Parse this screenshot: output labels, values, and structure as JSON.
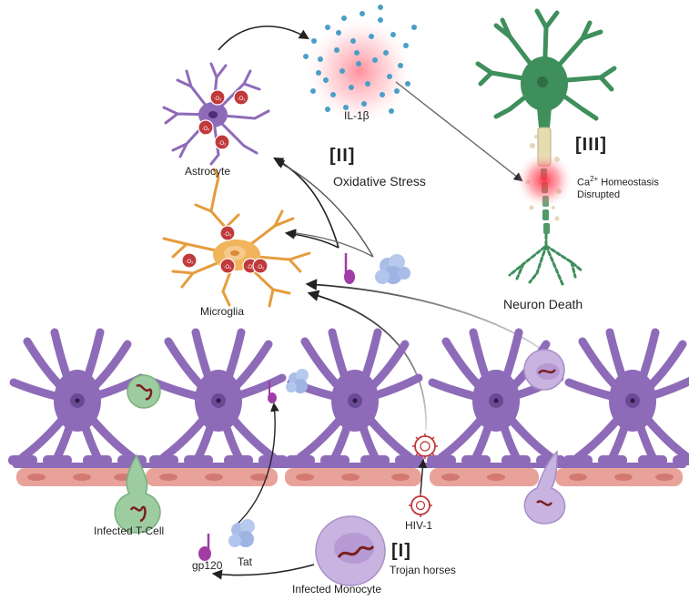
{
  "labels": {
    "il1b": "IL-1β",
    "astrocyte": "Astrocyte",
    "microglia": "Microglia",
    "stage_two": "[II]",
    "oxidative_stress": "Oxidative Stress",
    "stage_three": "[III]",
    "ca_prefix": "Ca",
    "ca_charge": "2+",
    "ca_line1_suffix": " Homeostasis",
    "ca_line2": "Disrupted",
    "neuron_death": "Neuron Death",
    "infected_t_cell": "Infected T-Cell",
    "gp120": "gp120",
    "tat": "Tat",
    "hiv1": "HIV-1",
    "stage_one": "[I]",
    "trojan_horses": "Trojan horses",
    "infected_monocyte": "Infected Monocyte"
  },
  "colors": {
    "astrocyte": "#8e6bb8",
    "astrocyte_dark": "#6a4a95",
    "microglia": "#f0b45a",
    "microglia_core": "#f7c98c",
    "neuron": "#3f8f5c",
    "neuron_dark": "#2f6e45",
    "endothelium": "#e8a29a",
    "t_cell": "#9ccc9f",
    "monocyte": "#c9b3e0",
    "virus": "#c0393b",
    "ros": "#c0393b",
    "gp120": "#a13ca6",
    "tat": "#a9bde8",
    "il1b_dot": "#4a9ec7",
    "glow": "#ff3b4e"
  },
  "icons": [
    "ros-icon",
    "virus-icon",
    "gp120-icon",
    "tat-protein-icon",
    "arrow-icon"
  ]
}
